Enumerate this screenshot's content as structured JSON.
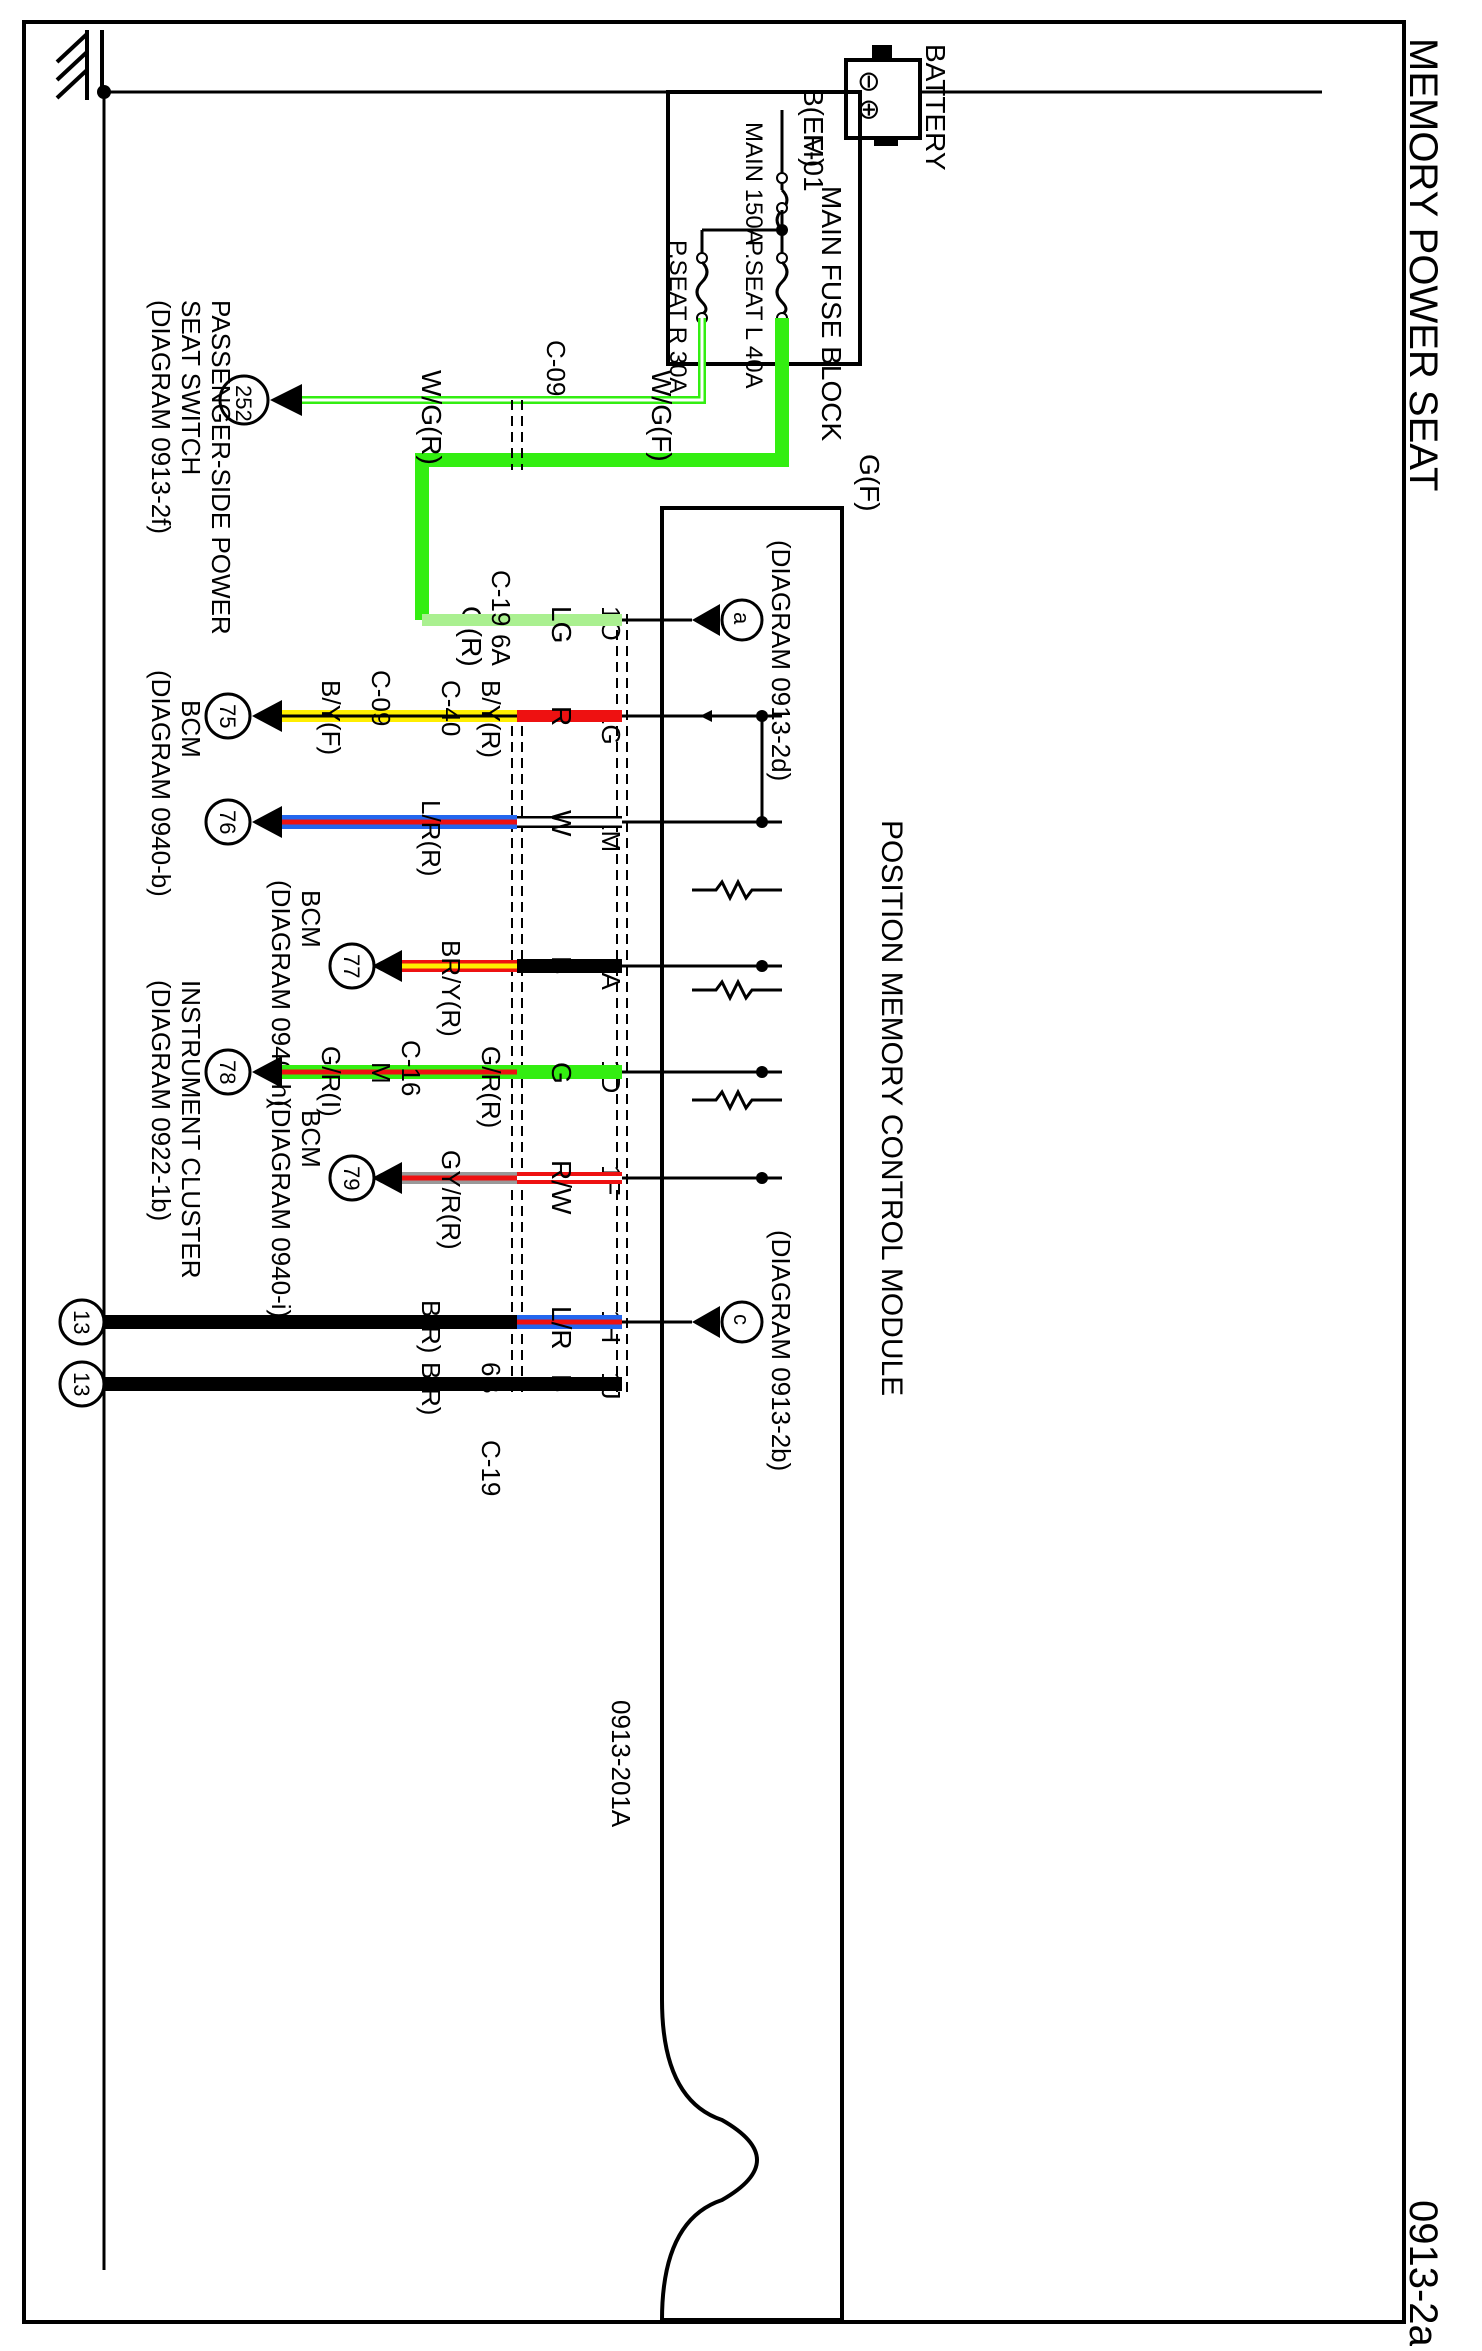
{
  "title": "MEMORY POWER SEAT",
  "page_code": "0913-2a",
  "connector_tag": "0913-201A",
  "battery": {
    "label": "BATTERY",
    "neg": "⊖",
    "pos": "⊕",
    "fuse_in": "B(EM)",
    "fuse_id": "F-01"
  },
  "fuse_block": {
    "title": "MAIN FUSE BLOCK",
    "fuses": [
      {
        "id": "main",
        "label": "MAIN 150A"
      },
      {
        "id": "pseat-l",
        "label": "P.SEAT L 40A"
      },
      {
        "id": "pseat-r",
        "label": "P.SEAT R 30A"
      }
    ]
  },
  "module": {
    "title": "POSITION MEMORY CONTROL MODULE"
  },
  "passenger_switch": {
    "lines": [
      "PASSENGER-SIDE POWER",
      "SEAT SWITCH",
      "(DIAGRAM 0913-2f)"
    ],
    "ref": "252"
  },
  "wires": {
    "wg_f": "W/G(F)",
    "wg_r": "W/G(R)",
    "c09_top": "C-09",
    "g_f": "G(F)",
    "g_r": "G(R)",
    "lg": "LG",
    "c19_top": "C-19",
    "six_a": "6A",
    "r": "R",
    "by_r": "B/Y(R)",
    "by_f": "B/Y(F)",
    "c40": "C-40",
    "c09_mid": "C-09",
    "w": "W",
    "lr_r": "L/R(R)",
    "b1": "B",
    "bry_r": "BR/Y(R)",
    "g": "G",
    "gr_r": "G/R(R)",
    "gr_i": "G/R(I)",
    "c16": "C-16",
    "m": "M",
    "rw": "R/W",
    "gyr_r": "GY/R(R)",
    "lr": "L/R",
    "b_r1": "B(R)",
    "b2": "B",
    "b_r2": "B(R)",
    "six_b": "6B",
    "c19_bot": "C-19"
  },
  "pins": [
    "1O",
    "1G",
    "1M",
    "1A",
    "1D",
    "1F",
    "1H",
    "1J"
  ],
  "refs": {
    "a": "a",
    "a_diag": "(DIAGRAM 0913-2d)",
    "c": "c",
    "c_diag": "(DIAGRAM 0913-2b)",
    "n75": "75",
    "n76": "76",
    "bcm_b": "BCM",
    "bcm_b_diag": "(DIAGRAM 0940-b)",
    "n77": "77",
    "bcm_h": "BCM",
    "bcm_h_diag": "(DIAGRAM 0940-h)",
    "n78": "78",
    "ic": "INSTRUMENT CLUSTER",
    "ic_diag": "(DIAGRAM 0922-1b)",
    "n79": "79",
    "bcm_i": "BCM",
    "bcm_i_diag": "(DIAGRAM 0940-i)",
    "n13a": "13",
    "n13b": "13"
  },
  "colors": {
    "green": "#33ee11",
    "light_green": "#aaf090",
    "red": "#ee1111",
    "yellow": "#ffee00",
    "blue": "#2266ee",
    "white": "#ffffff",
    "black": "#000000",
    "gray": "#999999"
  }
}
